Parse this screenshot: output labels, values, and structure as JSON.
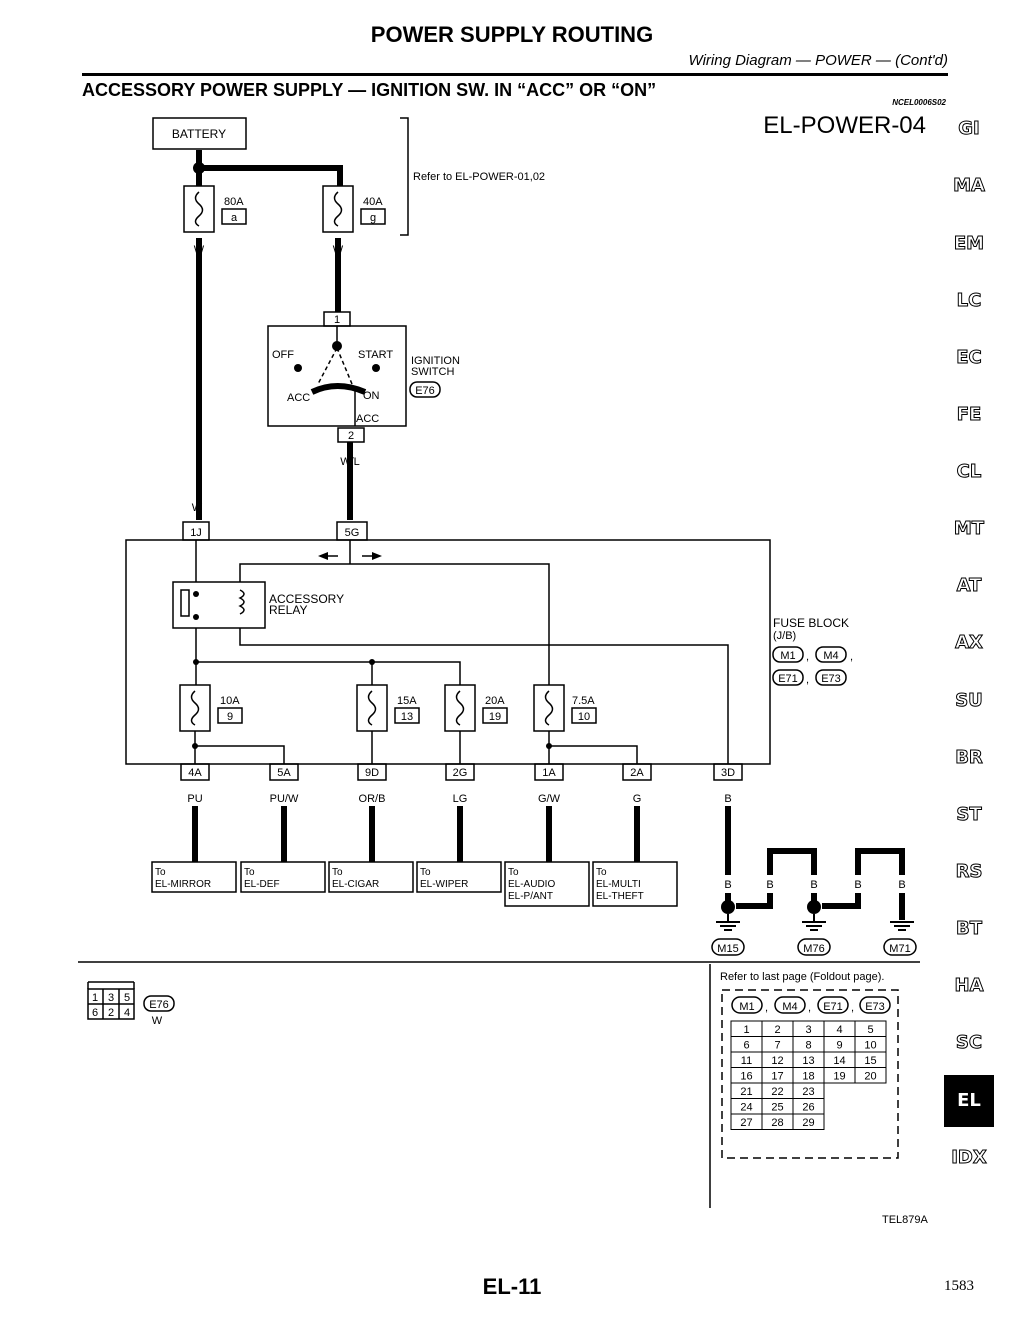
{
  "header": {
    "title": "POWER SUPPLY ROUTING",
    "subtitle": "Wiring Diagram — POWER — (Cont'd)",
    "section_title": "ACCESSORY POWER SUPPLY — IGNITION SW. IN “ACC” OR “ON”",
    "ref_code": "NCEL0006S02",
    "diagram_code": "EL-POWER-04"
  },
  "diagram": {
    "battery_label": "BATTERY",
    "refer_note": "Refer to EL-POWER-01,02",
    "fuse_a_amp": "80A",
    "fuse_a_id": "a",
    "fuse_g_amp": "40A",
    "fuse_g_id": "g",
    "wire_w": "W",
    "ign": {
      "pin_in": "1",
      "pin_out": "2",
      "off": "OFF",
      "start": "START",
      "acc": "ACC",
      "on": "ON",
      "acc2": "ACC",
      "name1": "IGNITION",
      "name2": "SWITCH",
      "conn": "E76"
    },
    "wire_wl": "W/L",
    "jb_in_1j": "1J",
    "jb_in_5g": "5G",
    "relay_1": "ACCESSORY",
    "relay_2": "RELAY",
    "fuse_block_1": "FUSE BLOCK",
    "fuse_block_2": "(J/B)",
    "fb_conns": [
      "M1",
      "M4",
      "E71",
      "E73"
    ],
    "fuses": [
      {
        "amp": "10A",
        "num": "9"
      },
      {
        "amp": "15A",
        "num": "13"
      },
      {
        "amp": "20A",
        "num": "19"
      },
      {
        "amp": "7.5A",
        "num": "10"
      }
    ],
    "outputs": [
      {
        "pin": "4A",
        "wire": "PU",
        "to1": "To",
        "to2": "EL-MIRROR",
        "to3": ""
      },
      {
        "pin": "5A",
        "wire": "PU/W",
        "to1": "To",
        "to2": "EL-DEF",
        "to3": ""
      },
      {
        "pin": "9D",
        "wire": "OR/B",
        "to1": "To",
        "to2": "EL-CIGAR",
        "to3": ""
      },
      {
        "pin": "2G",
        "wire": "LG",
        "to1": "To",
        "to2": "EL-WIPER",
        "to3": ""
      },
      {
        "pin": "1A",
        "wire": "G/W",
        "to1": "To",
        "to2": "EL-AUDIO",
        "to3": "EL-P/ANT"
      },
      {
        "pin": "2A",
        "wire": "G",
        "to1": "To",
        "to2": "EL-MULTI",
        "to3": "EL-THEFT"
      },
      {
        "pin": "3D",
        "wire": "B"
      }
    ],
    "ground_wire": "B",
    "grounds": [
      "M15",
      "M76",
      "M71"
    ]
  },
  "connector_e76": {
    "pins": [
      "1",
      "3",
      "5",
      "6",
      "2",
      "4"
    ],
    "conn": "E76",
    "color": "W"
  },
  "foldout": {
    "note": "Refer to last page (Foldout page).",
    "conns": [
      "M1",
      "M4",
      "E71",
      "E73"
    ],
    "grid": [
      [
        "1",
        "2",
        "3",
        "4",
        "5"
      ],
      [
        "6",
        "7",
        "8",
        "9",
        "10"
      ],
      [
        "11",
        "12",
        "13",
        "14",
        "15"
      ],
      [
        "16",
        "17",
        "18",
        "19",
        "20"
      ],
      [
        "21",
        "22",
        "23"
      ],
      [
        "24",
        "25",
        "26"
      ],
      [
        "27",
        "28",
        "29"
      ]
    ]
  },
  "figure_id": "TEL879A",
  "side_tabs": [
    "GI",
    "MA",
    "EM",
    "LC",
    "EC",
    "FE",
    "CL",
    "MT",
    "AT",
    "AX",
    "SU",
    "BR",
    "ST",
    "RS",
    "BT",
    "HA",
    "SC",
    "EL",
    "IDX"
  ],
  "active_tab": "EL",
  "footer": {
    "page_code": "EL-11",
    "page_number": "1583"
  }
}
